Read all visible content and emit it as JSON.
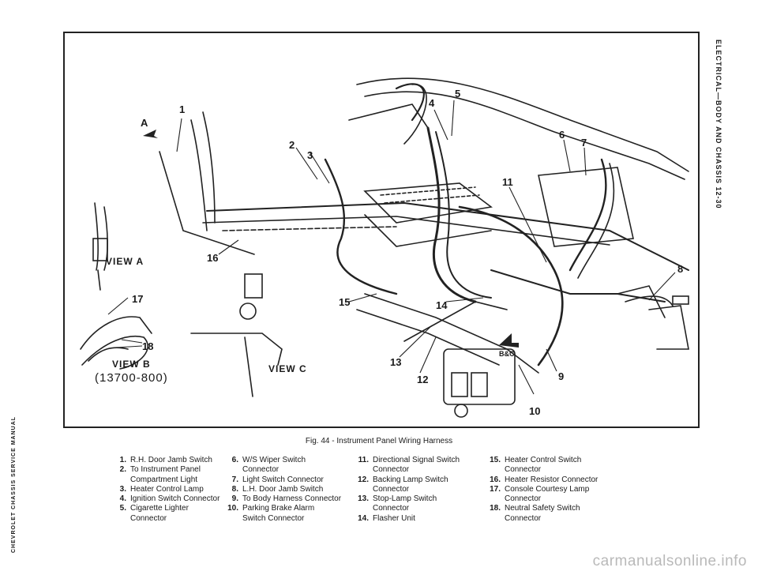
{
  "side_text_right": "ELECTRICAL—BODY AND CHASSIS 12-30",
  "side_text_left": "CHEVROLET CHASSIS SERVICE MANUAL",
  "figure": {
    "view_a": "VIEW A",
    "view_b": "VIEW B",
    "view_b_sub": "(13700-800)",
    "view_c": "VIEW C",
    "arrow_a": "A",
    "arrow_bc": "B&C",
    "callouts": [
      "1",
      "2",
      "3",
      "4",
      "5",
      "6",
      "7",
      "8",
      "9",
      "10",
      "11",
      "12",
      "13",
      "14",
      "15",
      "16",
      "17",
      "18"
    ]
  },
  "caption": "Fig. 44 - Instrument Panel Wiring Harness",
  "legend": [
    [
      {
        "num": "1.",
        "lines": [
          "R.H. Door Jamb Switch"
        ]
      },
      {
        "num": "2.",
        "lines": [
          "To Instrument Panel",
          "Compartment Light"
        ]
      },
      {
        "num": "3.",
        "lines": [
          "Heater Control Lamp"
        ]
      },
      {
        "num": "4.",
        "lines": [
          "Ignition Switch Connector"
        ]
      },
      {
        "num": "5.",
        "lines": [
          "Cigarette Lighter",
          "Connector"
        ]
      }
    ],
    [
      {
        "num": "6.",
        "lines": [
          "W/S Wiper Switch",
          "Connector"
        ]
      },
      {
        "num": "7.",
        "lines": [
          "Light Switch Connector"
        ]
      },
      {
        "num": "8.",
        "lines": [
          "L.H. Door Jamb Switch"
        ]
      },
      {
        "num": "9.",
        "lines": [
          "To Body Harness Connector"
        ]
      },
      {
        "num": "10.",
        "lines": [
          "Parking Brake Alarm",
          "Switch Connector"
        ]
      }
    ],
    [
      {
        "num": "11.",
        "lines": [
          "Directional Signal Switch",
          "Connector"
        ]
      },
      {
        "num": "12.",
        "lines": [
          "Backing Lamp Switch",
          "Connector"
        ]
      },
      {
        "num": "13.",
        "lines": [
          "Stop-Lamp Switch",
          "Connector"
        ]
      },
      {
        "num": "14.",
        "lines": [
          "Flasher Unit"
        ]
      }
    ],
    [
      {
        "num": "15.",
        "lines": [
          "Heater Control Switch",
          "Connector"
        ]
      },
      {
        "num": "16.",
        "lines": [
          "Heater Resistor Connector"
        ]
      },
      {
        "num": "17.",
        "lines": [
          "Console Courtesy Lamp",
          "Connector"
        ]
      },
      {
        "num": "18.",
        "lines": [
          "Neutral Safety Switch",
          "Connector"
        ]
      }
    ]
  ],
  "watermark": "carmanualsonline.info"
}
